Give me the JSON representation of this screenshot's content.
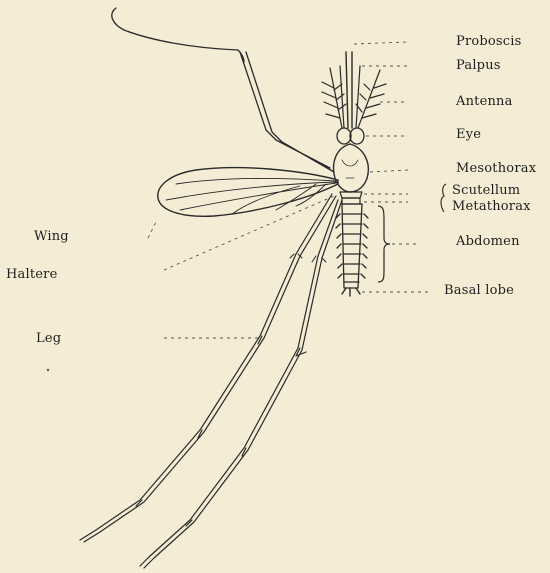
{
  "diagram": {
    "subject": "mosquito anatomy",
    "labels": {
      "proboscis": "Proboscis",
      "palpus": "Palpus",
      "antenna": "Antenna",
      "eye": "Eye",
      "mesothorax": "Mesothorax",
      "scutellum": "Scutellum",
      "metathorax": "Metathorax",
      "abdomen": "Abdomen",
      "basal_lobe": "Basal lobe",
      "wing": "Wing",
      "haltere": "Haltere",
      "leg": "Leg"
    },
    "colors": {
      "background": "#f4ecd4",
      "ink": "#2a2a2a"
    }
  }
}
